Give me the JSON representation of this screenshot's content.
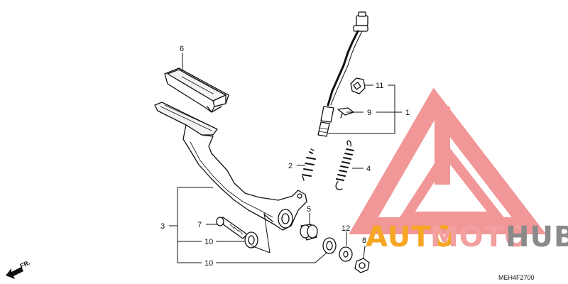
{
  "diagram": {
    "callouts": {
      "c1": "1",
      "c2": "2",
      "c3": "3",
      "c4": "4",
      "c5": "5",
      "c6": "6",
      "c7": "7",
      "c8": "8",
      "c9": "9",
      "c10a": "10",
      "c10b": "10",
      "c11": "11",
      "c12": "12"
    },
    "direction_label": "FR.",
    "part_code": "MEH4F2700"
  },
  "watermark": {
    "word_part1": "AUTO",
    "word_part2": "MOTO",
    "word_part3": "HUB",
    "color_red": "#ef7a7a",
    "color_orange": "#f6a623",
    "color_gray": "#8a8a8a"
  }
}
